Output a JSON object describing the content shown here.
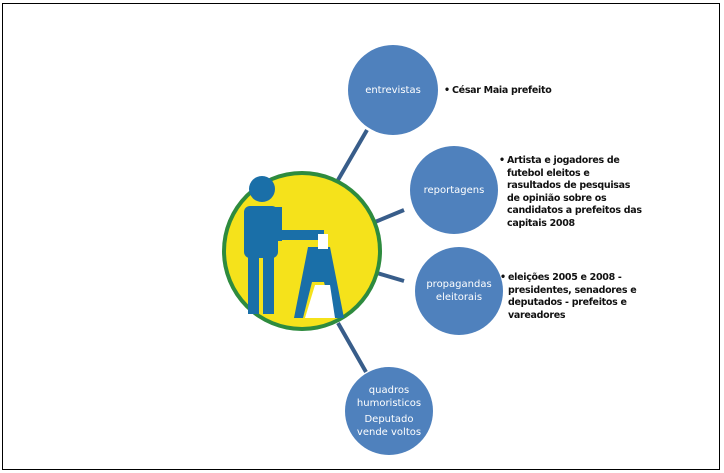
{
  "colors": {
    "node": "#4f81bd",
    "center_fill": "#f5e21b",
    "center_ring": "#2e8b3e",
    "figure": "#1a6fa8",
    "connector": "#385d8a"
  },
  "center": {
    "icon": "person-voting-icon"
  },
  "nodes": [
    {
      "label": "entrevistas",
      "note": "César Maia prefeito"
    },
    {
      "label": "reportagens",
      "note": "Artista e jogadores de futebol eleitos e rasultados de pesquisas de opinião sobre os candidatos a prefeitos das capitais 2008"
    },
    {
      "label": "propagandas eleitorais",
      "note": "eleições 2005 e 2008 - presidentes, senadores e deputados - prefeitos e vareadores"
    },
    {
      "label": "quadros humoristicos",
      "sublabel": "Deputado vende voltos"
    }
  ]
}
